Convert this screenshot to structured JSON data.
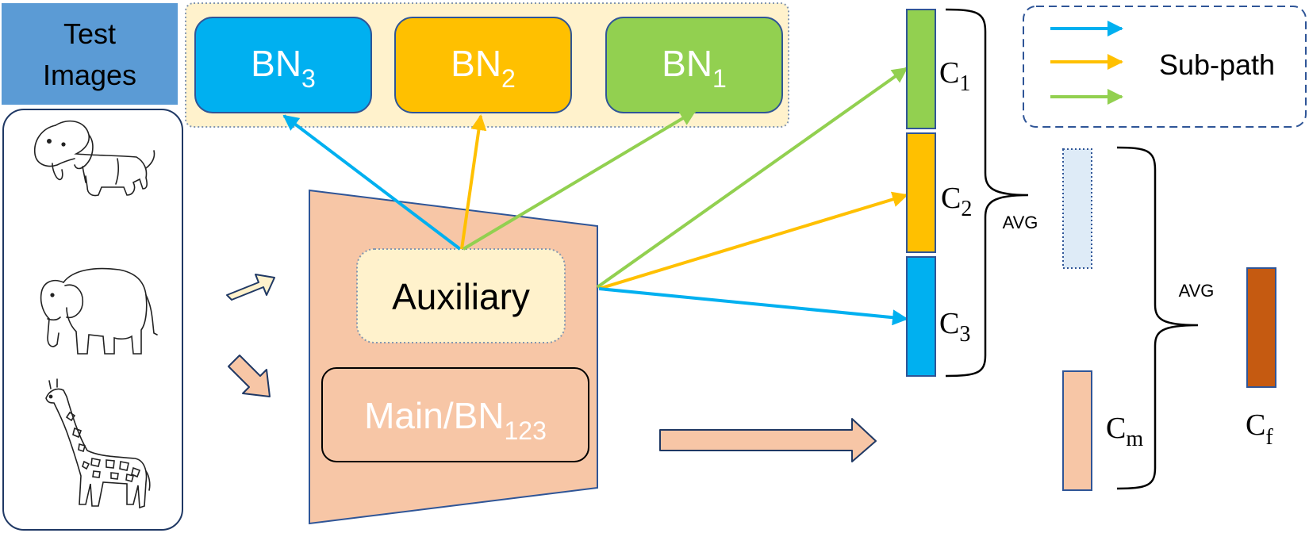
{
  "test_images": {
    "title_line1": "Test",
    "title_line2": "Images",
    "images": [
      "dog sketch",
      "elephant sketch",
      "giraffe sketch"
    ]
  },
  "bn_blocks": [
    {
      "base": "BN",
      "sub": "3",
      "color": "#00b0f0"
    },
    {
      "base": "BN",
      "sub": "2",
      "color": "#ffc000"
    },
    {
      "base": "BN",
      "sub": "1",
      "color": "#92d050"
    }
  ],
  "network": {
    "auxiliary_label": "Auxiliary",
    "main_label_base": "Main/BN",
    "main_label_sub": "123",
    "fill_color": "#f7c6a6"
  },
  "classifiers": [
    {
      "base": "C",
      "sub": "1",
      "color": "#92d050"
    },
    {
      "base": "C",
      "sub": "2",
      "color": "#ffc000"
    },
    {
      "base": "C",
      "sub": "3",
      "color": "#00b0f0"
    }
  ],
  "avg_labels": {
    "first": "AVG",
    "second": "AVG"
  },
  "main_classifier": {
    "base": "C",
    "sub": "m",
    "color": "#f7c6a6"
  },
  "final_classifier": {
    "base": "C",
    "sub": "f",
    "color": "#c55a11"
  },
  "legend": {
    "label": "Sub-path",
    "arrow_colors": [
      "#00b0f0",
      "#ffc000",
      "#92d050"
    ]
  }
}
